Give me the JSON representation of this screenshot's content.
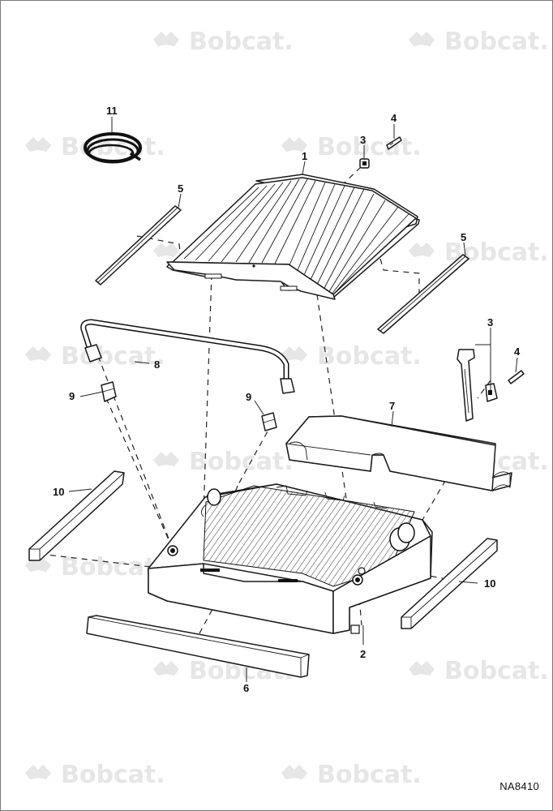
{
  "watermark": {
    "text": "Bobcat."
  },
  "callouts": {
    "c1": "1",
    "c2": "2",
    "c3a": "3",
    "c3b": "3",
    "c4a": "4",
    "c4b": "4",
    "c5a": "5",
    "c5b": "5",
    "c6": "6",
    "c7": "7",
    "c8": "8",
    "c9a": "9",
    "c9b": "9",
    "c10a": "10",
    "c10b": "10",
    "c11": "11"
  },
  "drawing_code": "NA8410"
}
